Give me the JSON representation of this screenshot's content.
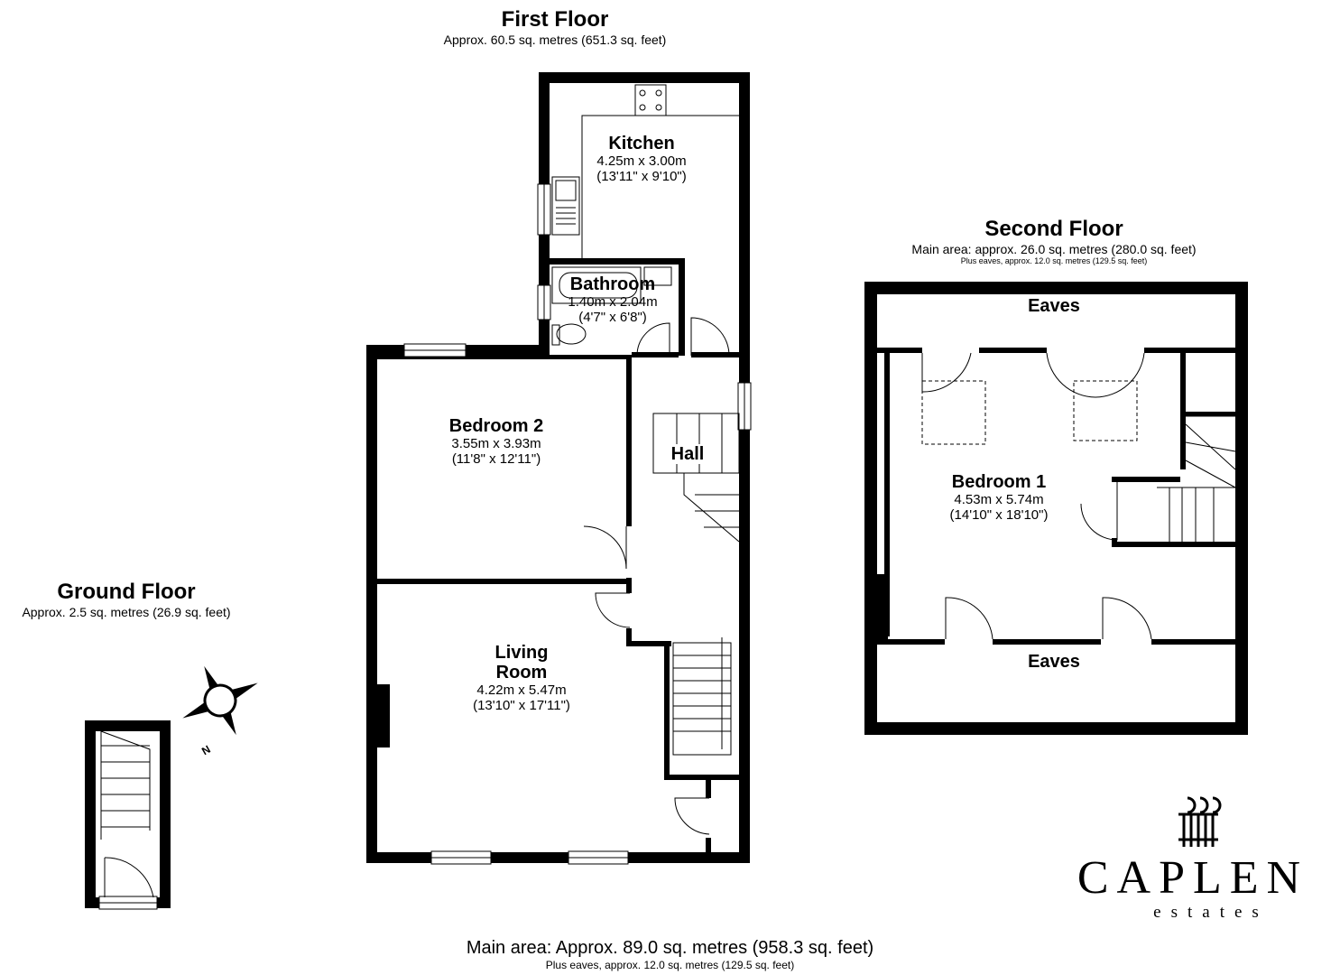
{
  "first_floor": {
    "title": "First Floor",
    "area": "Approx. 60.5 sq. metres (651.3 sq. feet)",
    "rooms": [
      {
        "name": "Kitchen",
        "metric": "4.25m x 3.00m",
        "imperial": "(13'11\" x 9'10\")"
      },
      {
        "name": "Bathroom",
        "metric": "1.40m x 2.04m",
        "imperial": "(4'7\" x 6'8\")"
      },
      {
        "name": "Bedroom 2",
        "metric": "3.55m x 3.93m",
        "imperial": "(11'8\" x 12'11\")"
      },
      {
        "name": "Hall"
      },
      {
        "name_line1": "Living",
        "name_line2": "Room",
        "metric": "4.22m x 5.47m",
        "imperial": "(13'10\" x 17'11\")"
      }
    ]
  },
  "second_floor": {
    "title": "Second Floor",
    "area": "Main area: approx. 26.0 sq. metres (280.0 sq. feet)",
    "eaves_note": "Plus eaves, approx. 12.0 sq. metres (129.5 sq. feet)",
    "eaves_top": "Eaves",
    "eaves_bottom": "Eaves",
    "bedroom": {
      "name": "Bedroom 1",
      "metric": "4.53m x 5.74m",
      "imperial": "(14'10\" x 18'10\")"
    }
  },
  "ground_floor": {
    "title": "Ground Floor",
    "area": "Approx. 2.5 sq. metres (26.9 sq. feet)"
  },
  "compass": {
    "north_label": "N",
    "icon": "compass-rose-icon"
  },
  "brand": {
    "name": "CAPLEN",
    "tagline": "estates"
  },
  "footer": {
    "main_area": "Main area: Approx. 89.0 sq. metres (958.3 sq. feet)",
    "eaves": "Plus eaves, approx. 12.0 sq. metres (129.5 sq. feet)"
  }
}
